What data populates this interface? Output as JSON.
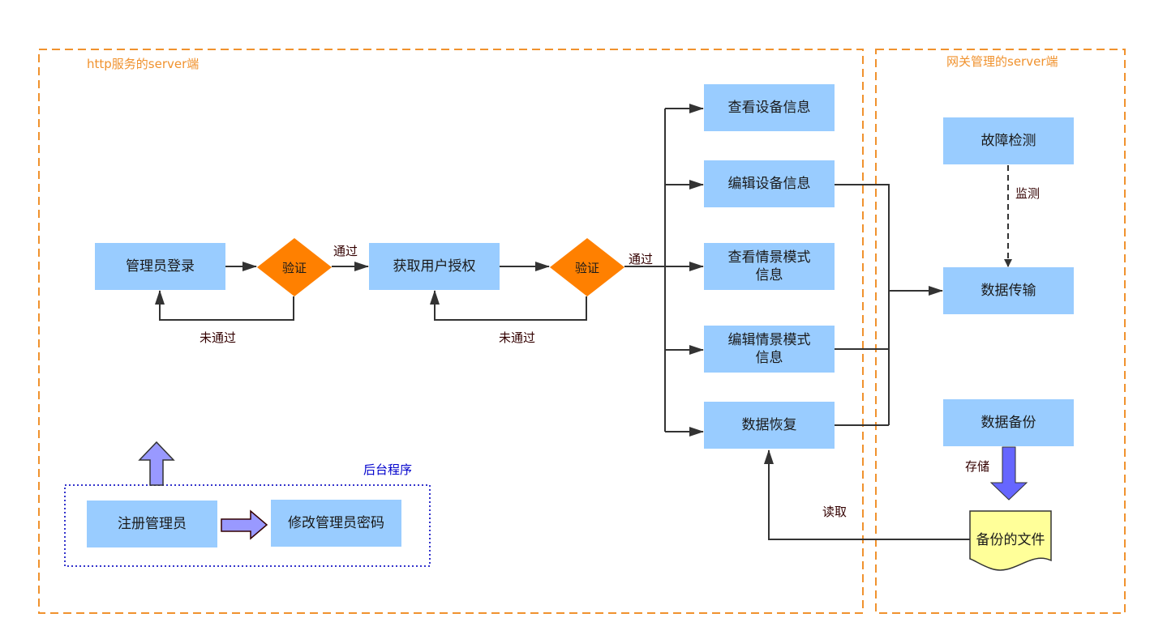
{
  "groups": {
    "http_server": "http服务的server端",
    "gateway_server": "网关管理的server端",
    "backend": "后台程序"
  },
  "nodes": {
    "admin_login": "管理员登录",
    "verify_1": "验证",
    "get_auth": "获取用户授权",
    "verify_2": "验证",
    "view_device": "查看设备信息",
    "edit_device": "编辑设备信息",
    "view_scene": "查看情景模式\n信息",
    "edit_scene": "编辑情景模式\n信息",
    "data_restore": "数据恢复",
    "fault_detect": "故障检测",
    "data_transfer": "数据传输",
    "data_backup": "数据备份",
    "backup_file": "备份的文件",
    "register_admin": "注册管理员",
    "change_password": "修改管理员密码"
  },
  "edge_labels": {
    "pass_1": "通过",
    "fail_1": "未通过",
    "pass_2": "通过",
    "fail_2": "未通过",
    "monitor": "监测",
    "store": "存储",
    "read": "读取"
  },
  "colors": {
    "node_fill": "#99ccff",
    "diamond_fill": "#ff8000",
    "group_border": "#f0922e",
    "backend_border": "#3333cc",
    "block_arrow": "#9999ff",
    "store_arrow": "#6666ff",
    "doc_fill": "#ffff99",
    "edge": "#333333"
  }
}
